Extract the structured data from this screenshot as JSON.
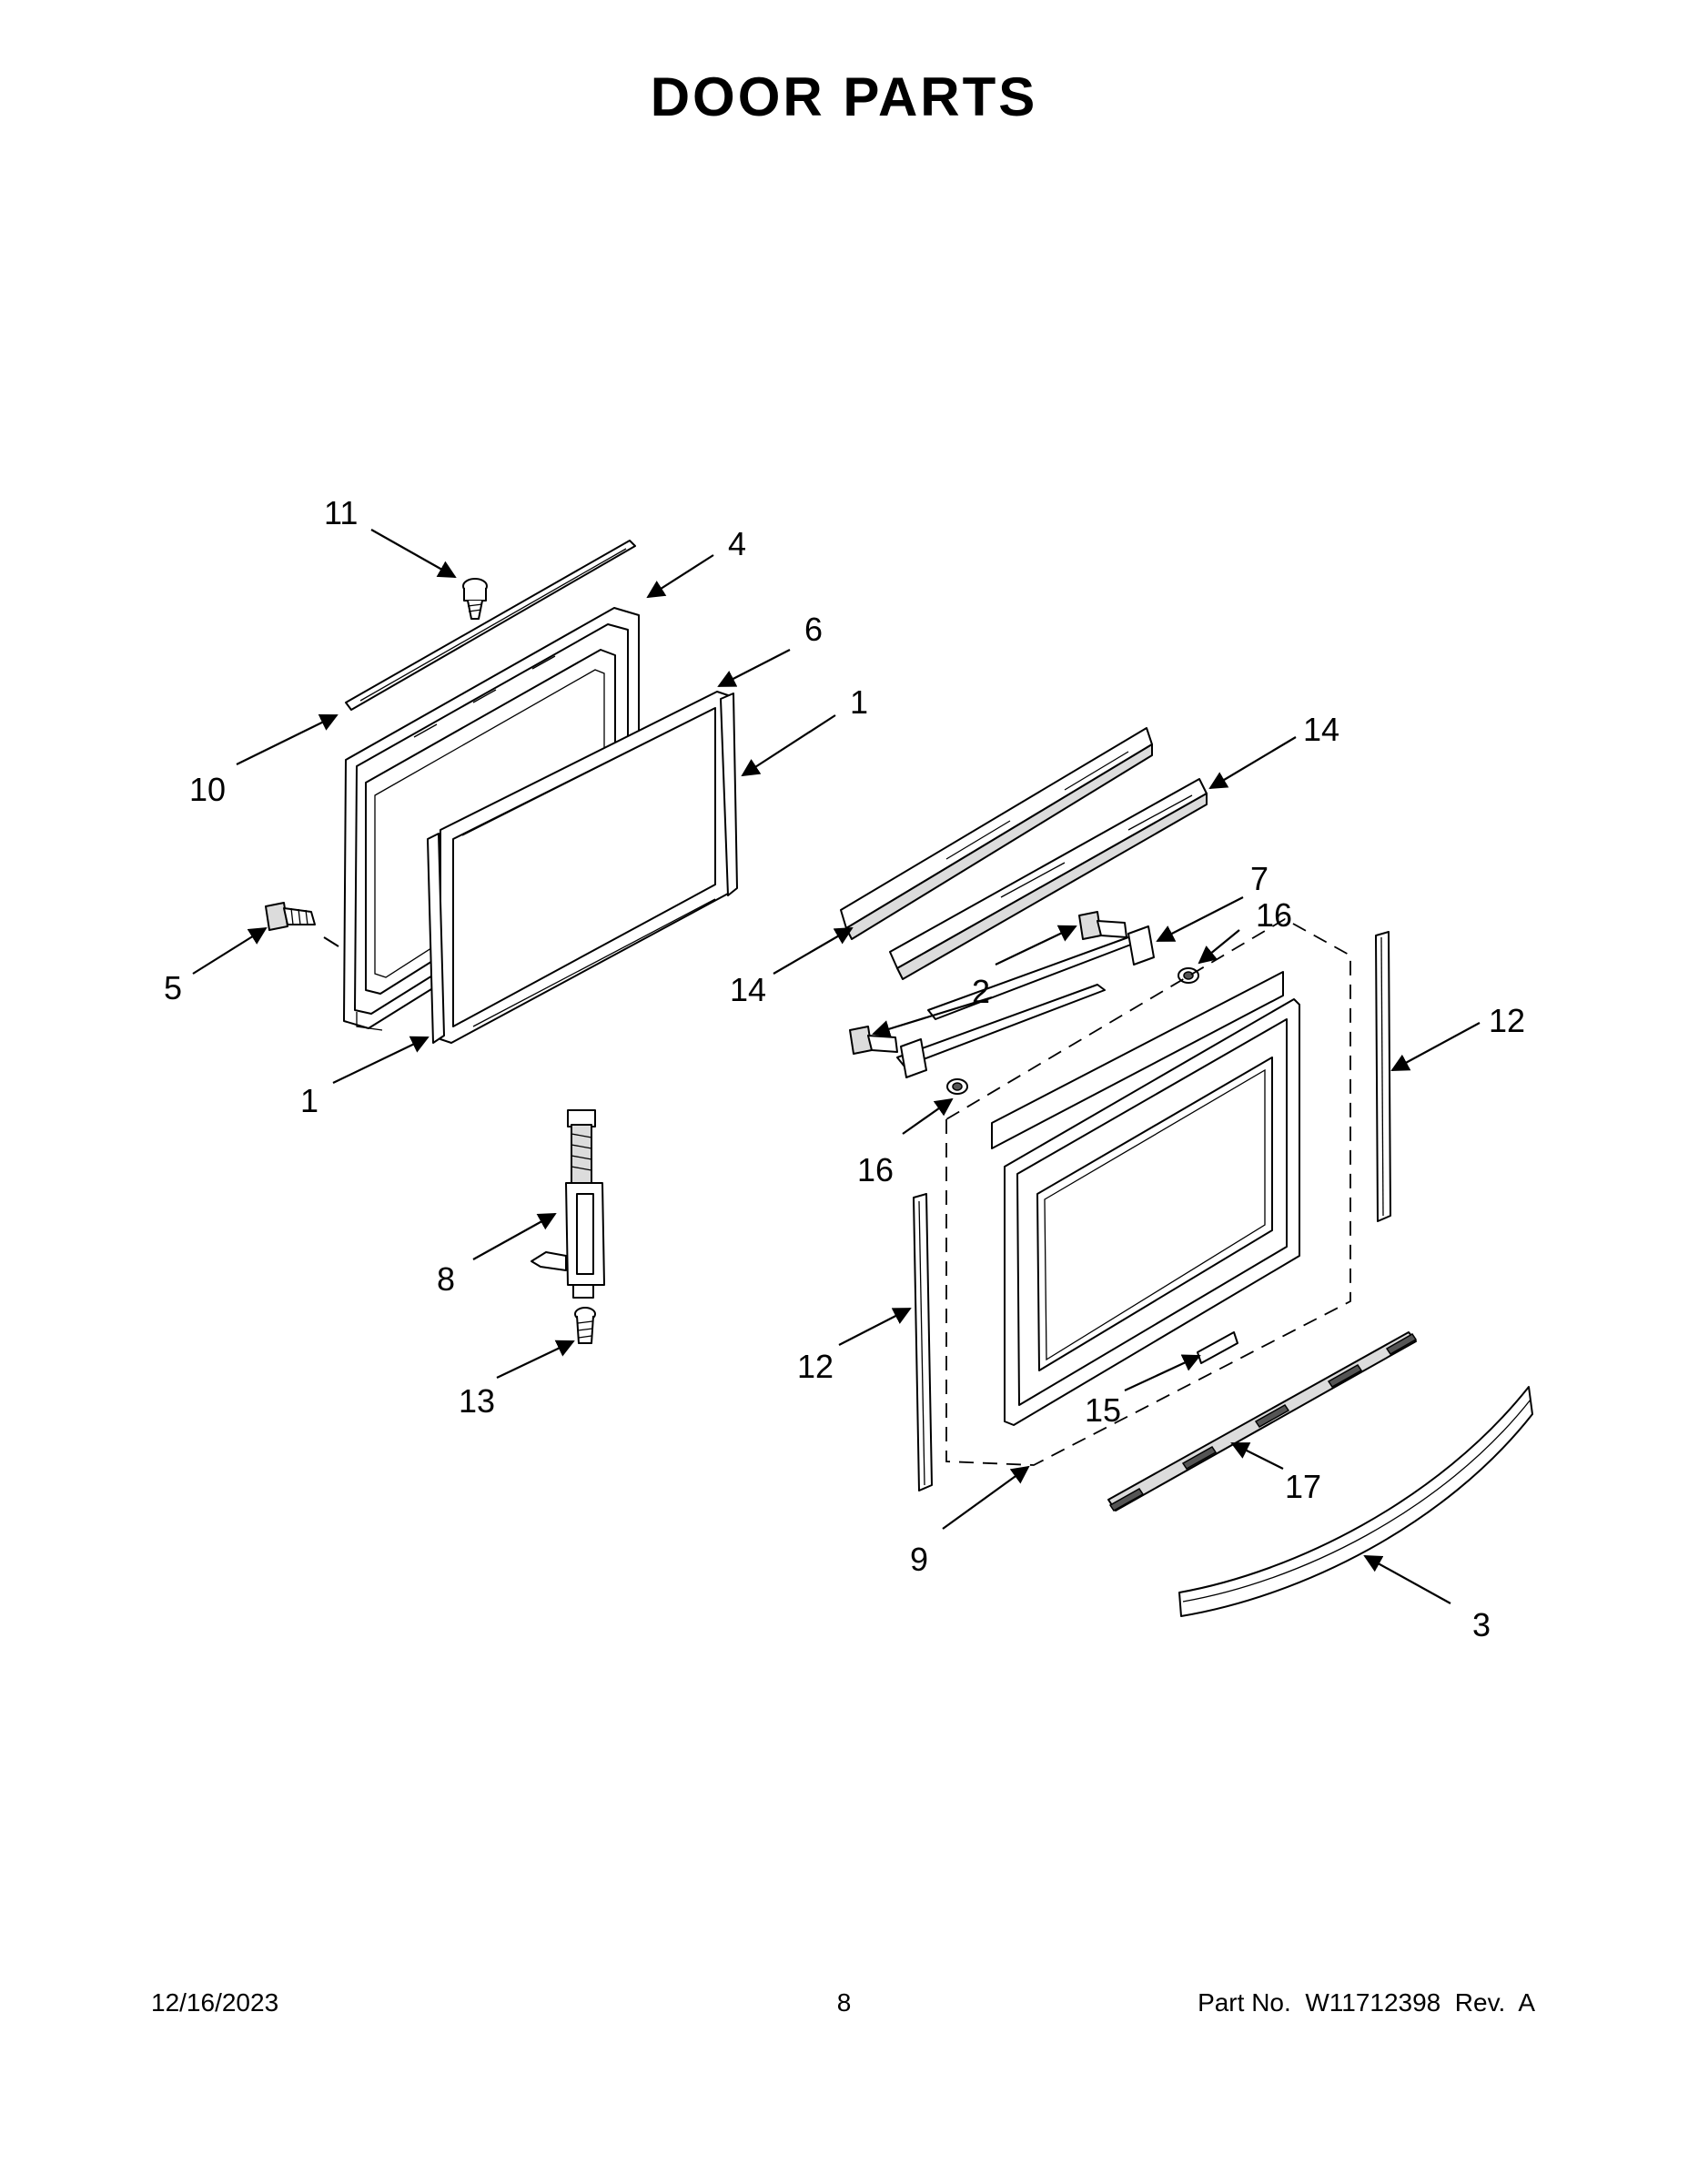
{
  "title": "DOOR PARTS",
  "footer": {
    "date": "12/16/2023",
    "page": "8",
    "part": "Part No.  W11712398  Rev.  A"
  },
  "callouts": {
    "c11": "11",
    "c4": "4",
    "c6": "6",
    "c1a": "1",
    "c10": "10",
    "c5": "5",
    "c1b": "1",
    "c8": "8",
    "c13": "13",
    "c14a": "14",
    "c14b": "14",
    "c7": "7",
    "c16a": "16",
    "c2": "2",
    "c12a": "12",
    "c16b": "16",
    "c12b": "12",
    "c15": "15",
    "c17": "17",
    "c9": "9",
    "c3": "3"
  }
}
